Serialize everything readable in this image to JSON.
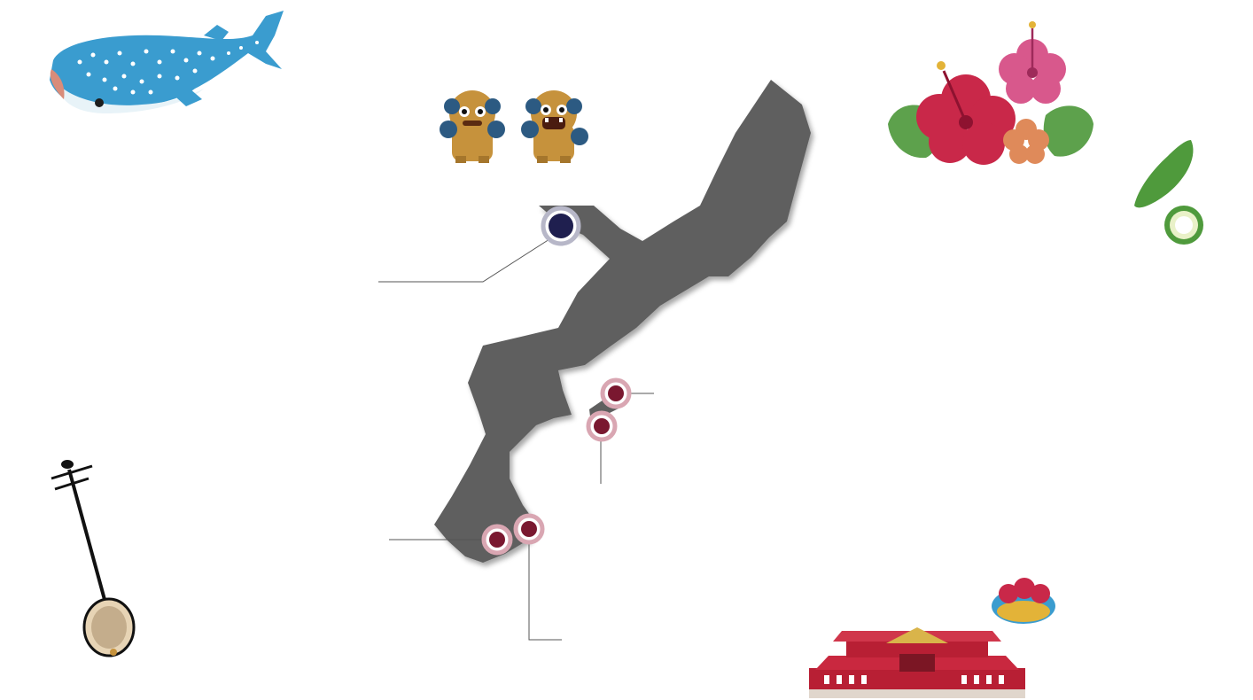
{
  "map": {
    "island_color": "#5f5f5f",
    "leader_line_color": "#555555",
    "markers": [
      {
        "id": "north",
        "color": "#1f1f4f",
        "halo": "#b7b7c8"
      },
      {
        "id": "east-1",
        "color": "#7a1830",
        "halo": "#d9a6b2"
      },
      {
        "id": "east-2",
        "color": "#7a1830",
        "halo": "#d9a6b2"
      },
      {
        "id": "south-1",
        "color": "#7a1830",
        "halo": "#d9a6b2"
      },
      {
        "id": "south-2",
        "color": "#7a1830",
        "halo": "#d9a6b2"
      }
    ]
  },
  "illustrations": [
    "whale-shark-icon",
    "shisa-lion-dogs-icon",
    "hibiscus-flowers-icon",
    "bitter-melon-icon",
    "sanshin-instrument-icon",
    "shuri-castle-icon",
    "hanagasa-hat-icon"
  ]
}
